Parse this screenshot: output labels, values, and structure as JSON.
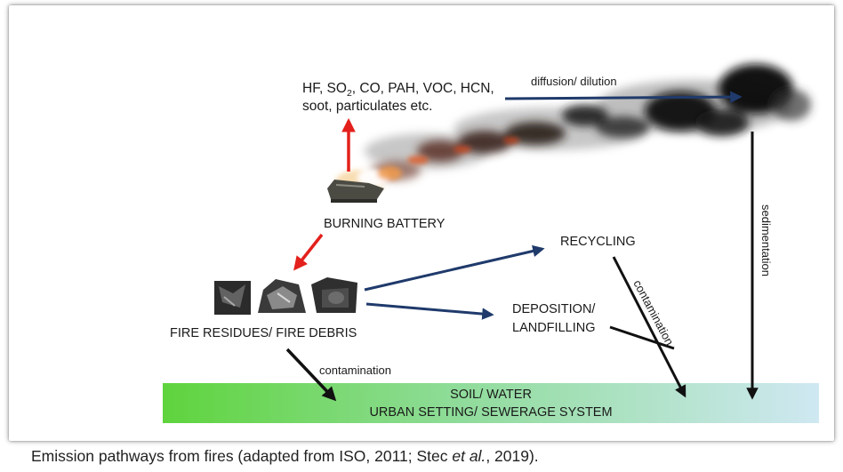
{
  "diagram": {
    "emissions": {
      "line1_parts": [
        "HF, SO",
        "2",
        ", CO, PAH, VOC, HCN,"
      ],
      "line2": "soot, particulates etc."
    },
    "labels": {
      "diffusion": "diffusion/ dilution",
      "burning_battery": "BURNING BATTERY",
      "recycling": "RECYCLING",
      "deposition_1": "DEPOSITION/",
      "deposition_2": "LANDFILLING",
      "fire_residues": "FIRE RESIDUES/ FIRE DEBRIS",
      "contamination_left": "contamination",
      "contamination_right": "contamination",
      "sedimentation": "sedimentation",
      "soil_1": "SOIL/ WATER",
      "soil_2": "URBAN SETTING/ SEWERAGE SYSTEM"
    },
    "colors": {
      "red_arrow": "#e3201b",
      "blue_arrow": "#1f3a6b",
      "black_arrow": "#111111",
      "band_green": "#5fd43d",
      "band_blue": "#cfe8f2"
    }
  },
  "caption": {
    "prefix": "Emission pathways from fires (adapted from ISO, 2011; Stec ",
    "italic": "et al.",
    "suffix": ", 2019)."
  }
}
